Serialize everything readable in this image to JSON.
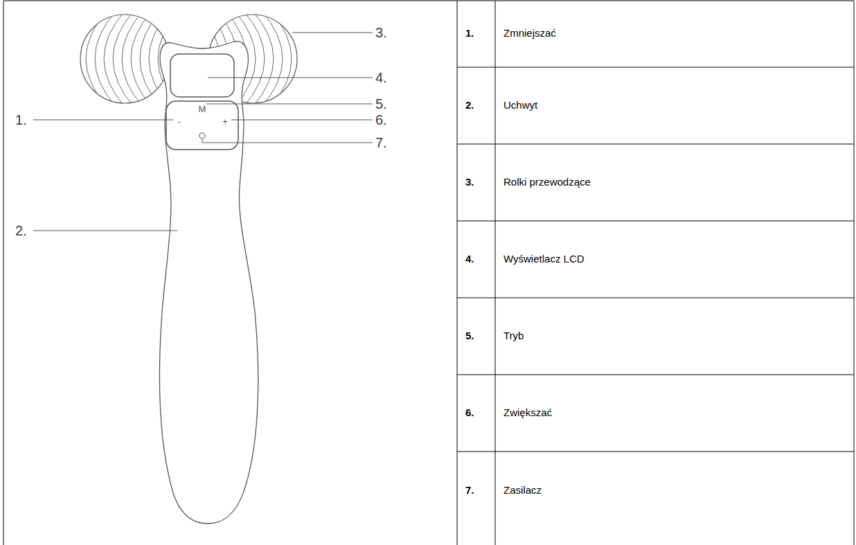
{
  "diagram": {
    "labels": [
      "3.",
      "4.",
      "5.",
      "1.",
      "6.",
      "7.",
      "2.",
      "M",
      "-",
      "+",
      "1.",
      "Zmniejszać",
      "2.",
      "Uchwyt",
      "3.",
      "Rolki przewodzące",
      "4.",
      "Wyświetlacz LCD",
      "5.",
      "Tryb",
      "6.",
      "Zwiększać",
      "7.",
      "Zasilacz"
    ]
  }
}
